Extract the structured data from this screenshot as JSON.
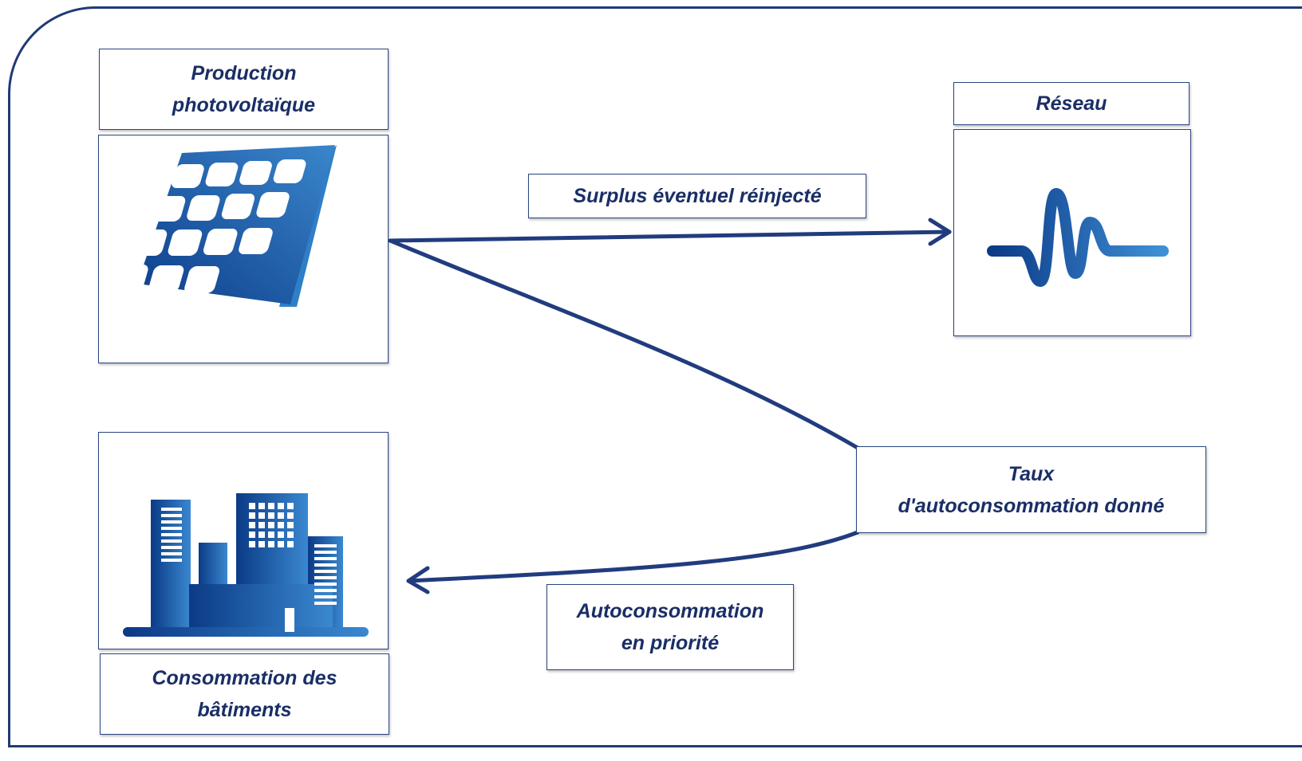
{
  "nodes": {
    "production": {
      "label": "Production\nphotovoltaïque",
      "icon": "solar-panel-icon"
    },
    "reseau": {
      "label": "Réseau",
      "icon": "grid-signal-icon"
    },
    "consommation": {
      "label": "Consommation des\nbâtiments",
      "icon": "buildings-icon"
    }
  },
  "edges": {
    "surplus": "Surplus éventuel réinjecté",
    "taux": "Taux\nd'autoconsommation donné",
    "autoconso": "Autoconsommation\nen priorité"
  },
  "colors": {
    "frame": "#203a78",
    "arrow": "#213c7e",
    "icon_dark": "#0e3f8c",
    "icon_light": "#2f7fc7",
    "text": "#1a2e66"
  }
}
